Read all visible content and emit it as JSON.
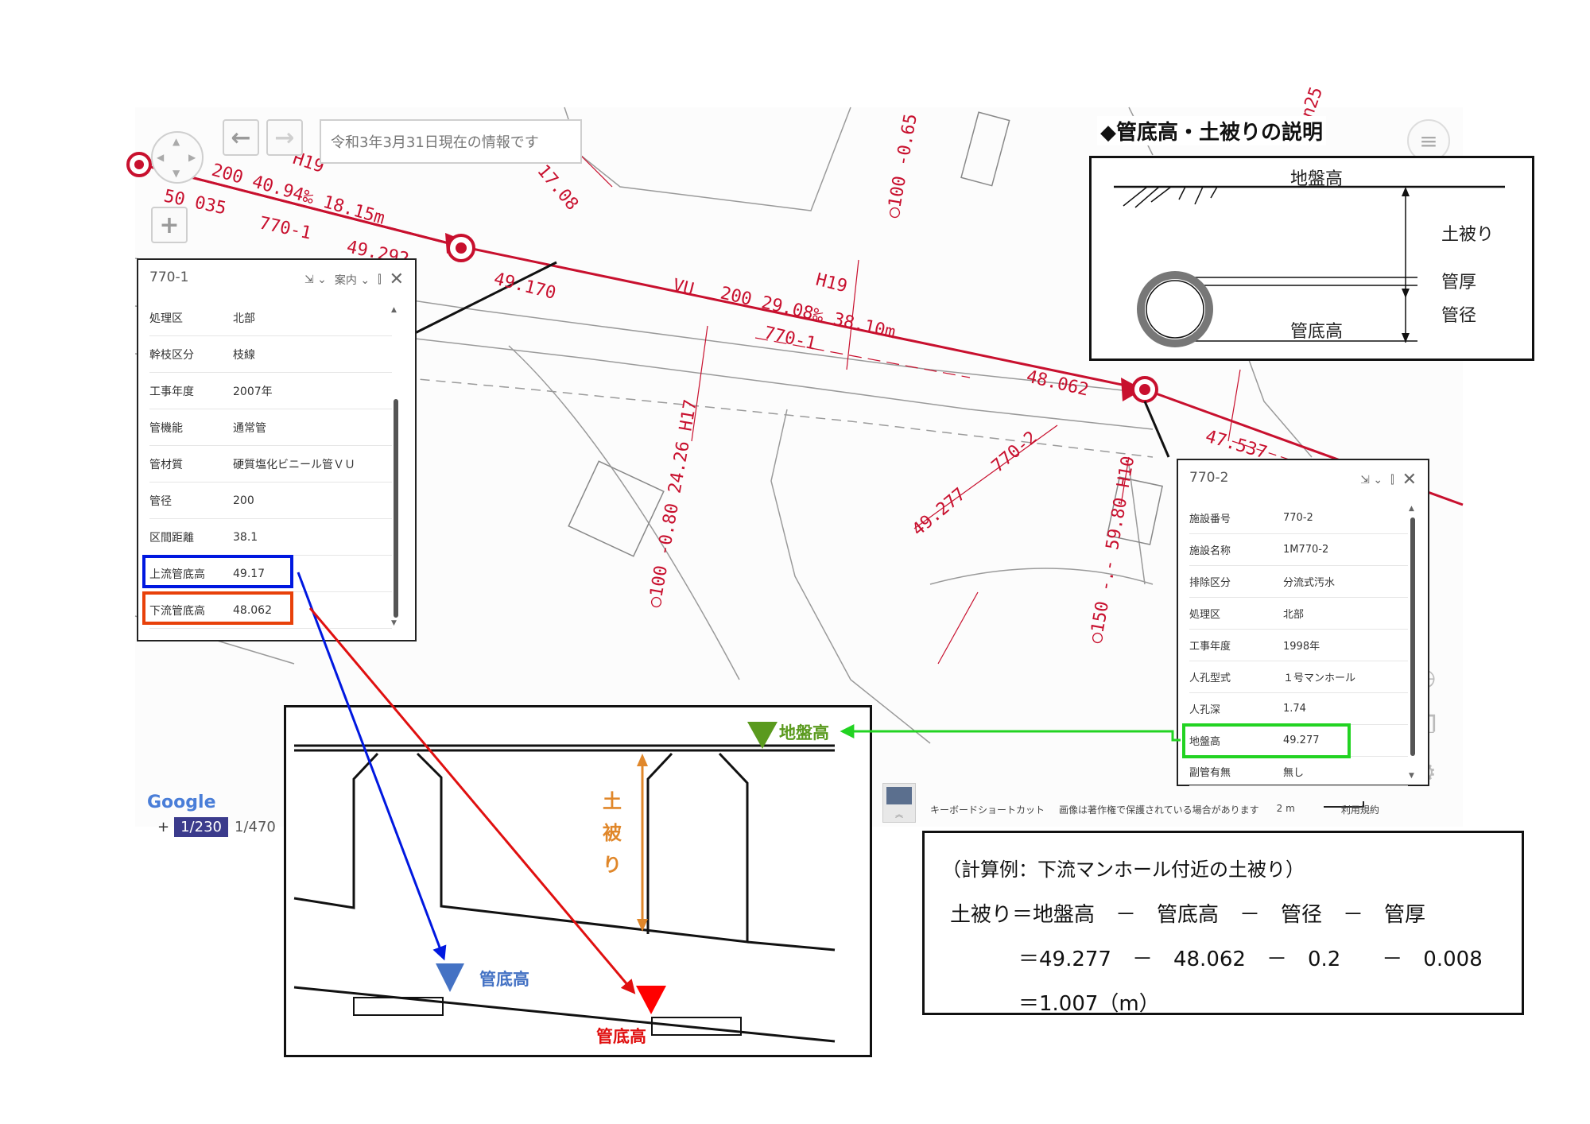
{
  "map": {
    "notice": "令和3年3月31日現在の情報です",
    "labels": {
      "h19_top": "H19",
      "pipe1_spec": "200 40.94‰ 18.15m",
      "left_code": "50 035",
      "pipe_770_1_upper": "770-1",
      "elev_49_292": "49.292",
      "slope_17_08": "17.08",
      "pipe_100_065": "○100 -0.65",
      "elev_49_170": "49.170",
      "vu": "VU",
      "h19_mid": "H19",
      "pipe2_spec": "200 29.08‰ 38.10m",
      "pipe_770_1_lower": "770-1",
      "elev_48_062": "48.062",
      "elev_47_537": "47.537",
      "pipe_100_080": "○100 -0.80 24.26 H17",
      "pipe_770_2": "770-2",
      "elev_49_277": "49.277",
      "pipe_150": "○150 -.- 59.80 H10",
      "n25": "n25"
    },
    "google_logo": "Google",
    "scale_buttons": [
      "+",
      "1/230",
      "1/470"
    ],
    "footer": {
      "shortcuts": "キーボードショートカット",
      "copyright": "画像は著作権で保護されている場合があります",
      "scale": "2 m",
      "terms": "利用規約"
    }
  },
  "panel_left": {
    "title": "770-1",
    "tools": [
      "⇲ ⌄",
      "案内 ⌄",
      "⫿"
    ],
    "rows": [
      {
        "k": "処理区",
        "v": "北部"
      },
      {
        "k": "幹枝区分",
        "v": "枝線"
      },
      {
        "k": "工事年度",
        "v": "2007年"
      },
      {
        "k": "管機能",
        "v": "通常管"
      },
      {
        "k": "管材質",
        "v": "硬質塩化ビニール管ＶＵ"
      },
      {
        "k": "管径",
        "v": "200"
      },
      {
        "k": "区間距離",
        "v": "38.1"
      },
      {
        "k": "上流管底高",
        "v": "49.17"
      },
      {
        "k": "下流管底高",
        "v": "48.062"
      }
    ]
  },
  "panel_right": {
    "title": "770-2",
    "tools": [
      "⇲ ⌄",
      "⫿"
    ],
    "rows": [
      {
        "k": "施設番号",
        "v": "770-2"
      },
      {
        "k": "施設名称",
        "v": "1M770-2"
      },
      {
        "k": "排除区分",
        "v": "分流式汚水"
      },
      {
        "k": "処理区",
        "v": "北部"
      },
      {
        "k": "工事年度",
        "v": "1998年"
      },
      {
        "k": "人孔型式",
        "v": "１号マンホール"
      },
      {
        "k": "人孔深",
        "v": "1.74"
      },
      {
        "k": "地盤高",
        "v": "49.277"
      },
      {
        "k": "副管有無",
        "v": "無し"
      }
    ]
  },
  "explain": {
    "heading": "◆管底高・土被りの説明",
    "ground": "地盤高",
    "cover": "土被り",
    "thickness": "管厚",
    "diameter": "管径",
    "invert": "管底高"
  },
  "section": {
    "ground": "地盤高",
    "cover_chars": [
      "土",
      "被",
      "り"
    ],
    "invert_blue": "管底高",
    "invert_red": "管底高"
  },
  "calc": {
    "title": "（計算例：下流マンホール付近の土被り）",
    "line1": "土被り＝地盤高　－　管底高　－　管径　－　管厚",
    "line2": "＝49.277　－　48.062　－　0.2　　－　0.008",
    "line3": "＝1.007（m）"
  },
  "colors": {
    "pipe_red": "#c8102e",
    "highlight_blue": "#0018e0",
    "highlight_orange": "#e8410a",
    "highlight_green": "#22d322",
    "ground_green": "#5a9a1e",
    "cover_orange": "#e0872a",
    "invert_blue": "#4472c4",
    "invert_red": "#ff0000"
  }
}
